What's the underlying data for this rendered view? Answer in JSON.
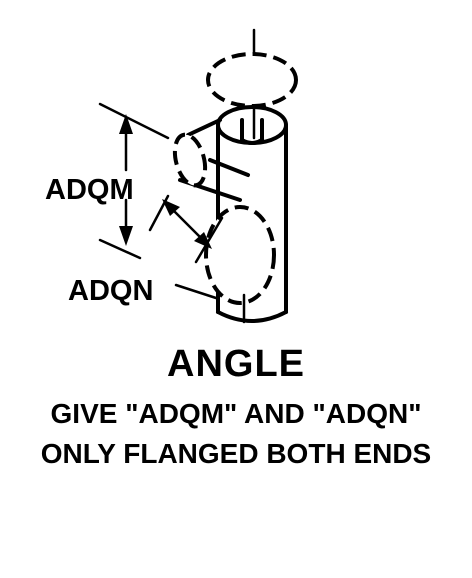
{
  "diagram": {
    "labels": {
      "dim_m": "ADQM",
      "dim_n": "ADQN"
    },
    "caption": {
      "title": "ANGLE",
      "note_line_1": "GIVE \"ADQM\" AND \"ADQN\"",
      "note_line_2": "ONLY FLANGED BOTH ENDS"
    }
  }
}
